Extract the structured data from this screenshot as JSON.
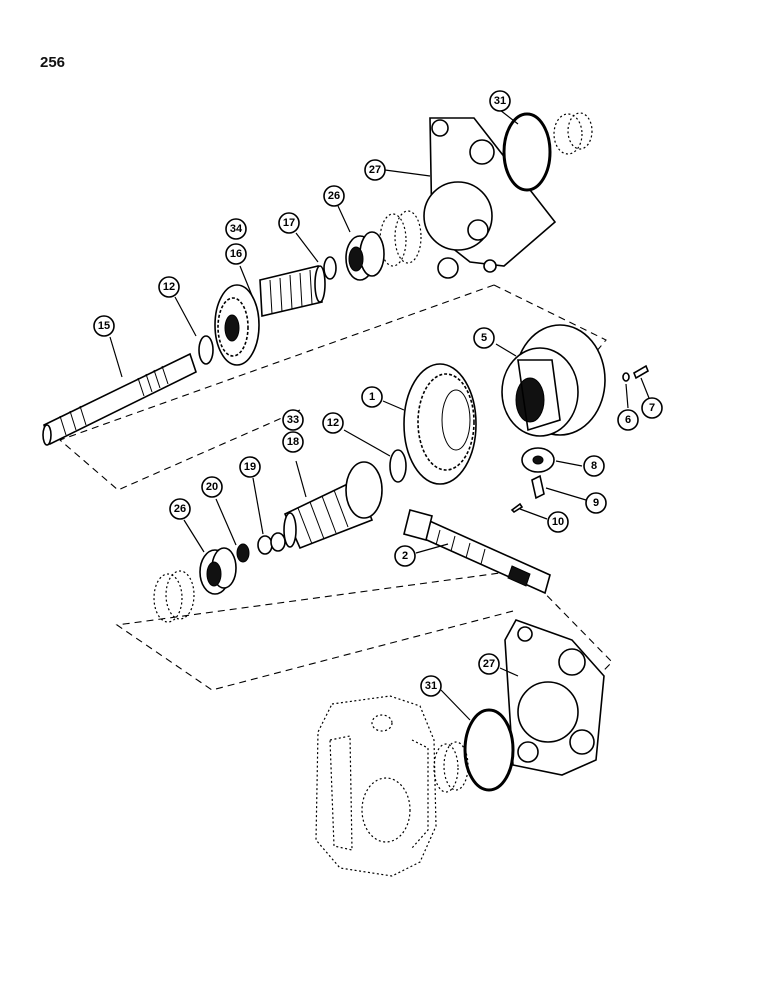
{
  "page": {
    "number": "256"
  },
  "callouts": {
    "c1": "1",
    "c2": "2",
    "c5": "5",
    "c6": "6",
    "c7": "7",
    "c8": "8",
    "c9": "9",
    "c10": "10",
    "c12a": "12",
    "c12b": "12",
    "c15": "15",
    "c16": "16",
    "c17": "17",
    "c18": "18",
    "c19": "19",
    "c20": "20",
    "c26a": "26",
    "c26b": "26",
    "c27a": "27",
    "c27b": "27",
    "c31a": "31",
    "c31b": "31",
    "c33": "33",
    "c34": "34"
  }
}
